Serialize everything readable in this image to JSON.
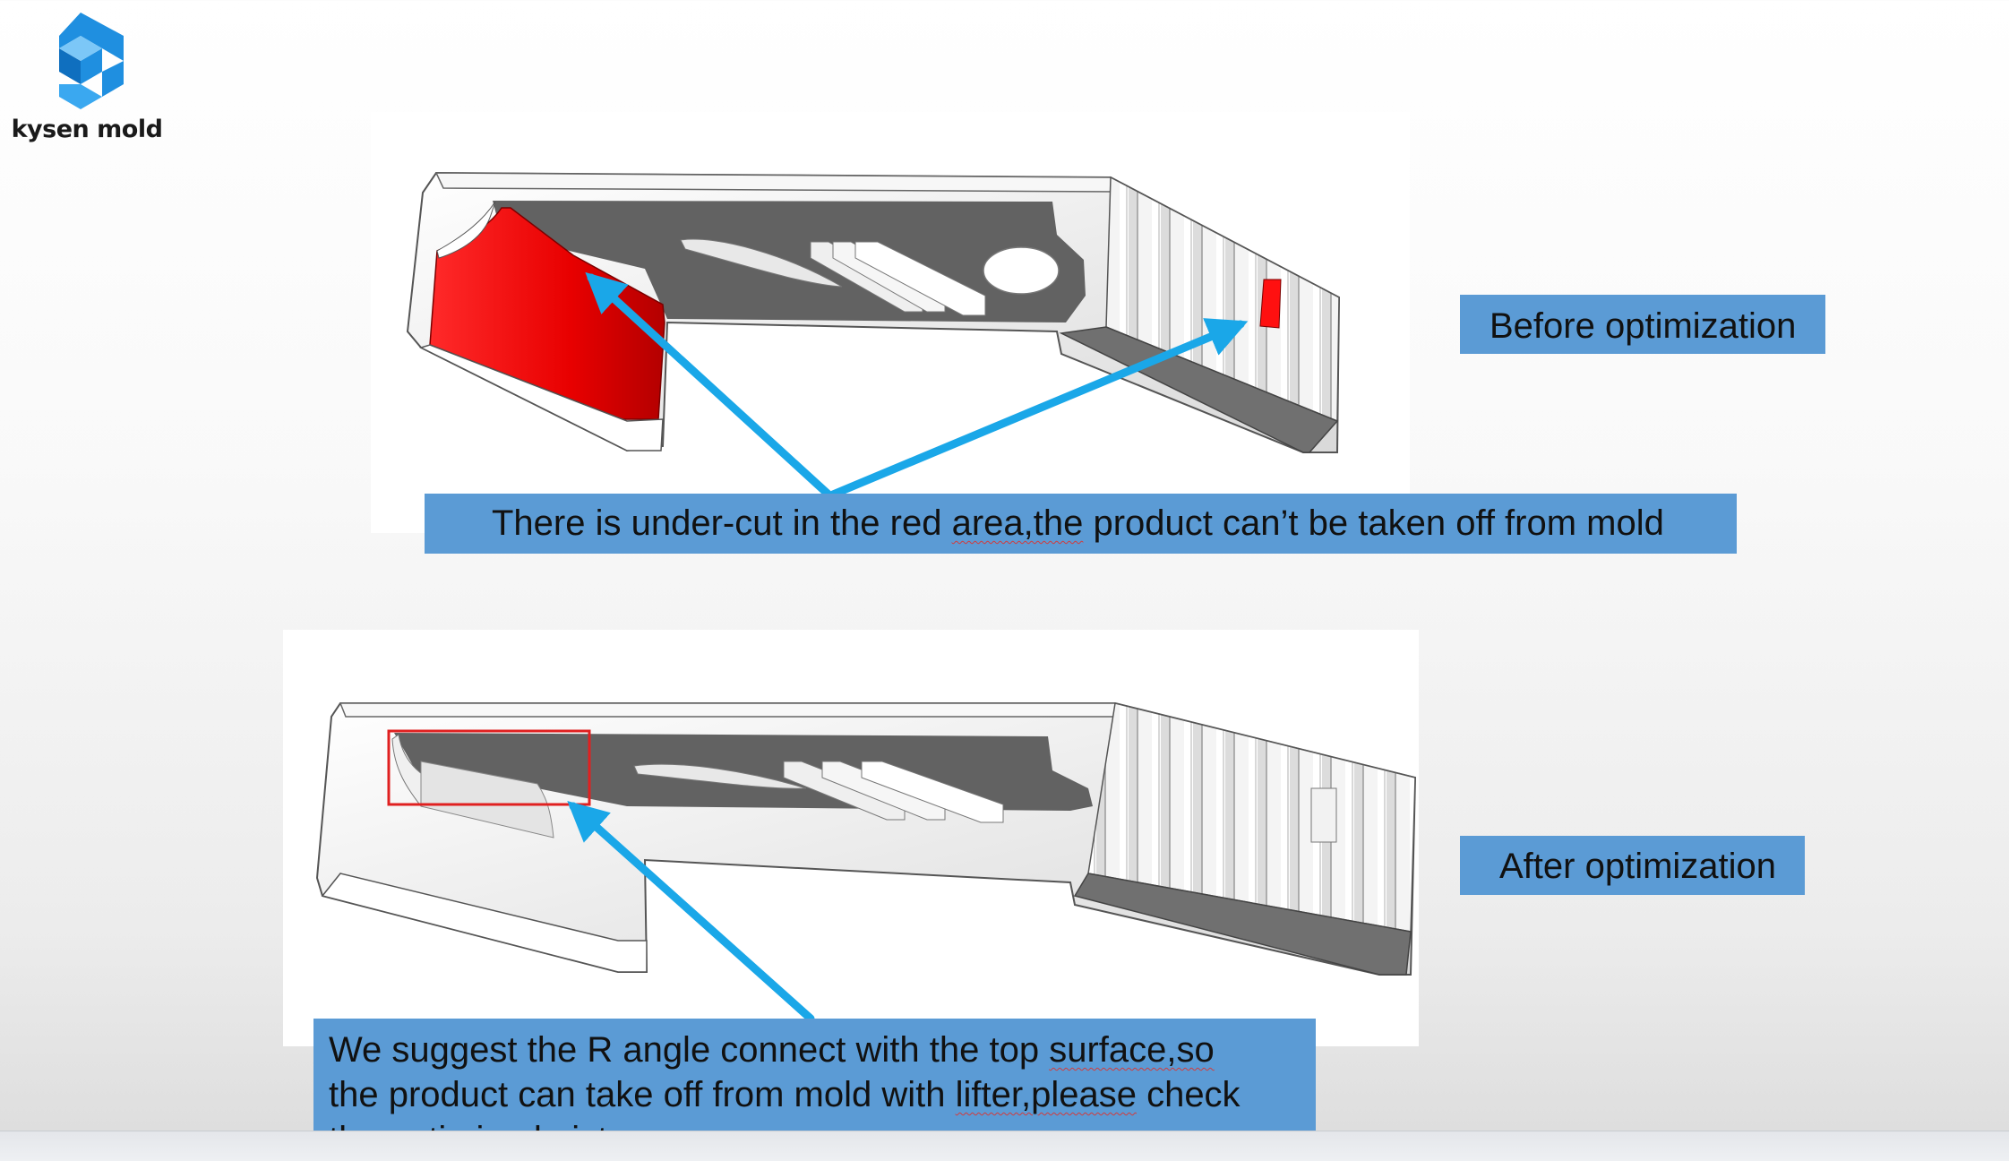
{
  "brand": {
    "name": "kysen mold",
    "logo_color": "#1f8fe0"
  },
  "labels": {
    "before": "Before optimization",
    "after": "After optimization"
  },
  "notes": {
    "top": {
      "part1": "There is under-cut in the red ",
      "flagged": "area,the",
      "part2": " product can’t be taken off from mold"
    },
    "bottom": {
      "line1_a": "We suggest the R angle connect with the top ",
      "line1_flag": "surface,so",
      "line2_a": "the product can take off from mold with ",
      "line2_flag": "lifter,please",
      "line2_b": " check",
      "line3": "the optimized picture."
    }
  },
  "colors": {
    "label_bg": "#5b9bd5",
    "arrow": "#1aa7e8",
    "undercut": "#ff1010",
    "highlight_box": "#e02020",
    "part_dark": "#5f5f5f",
    "part_light": "#f2f2f2"
  }
}
